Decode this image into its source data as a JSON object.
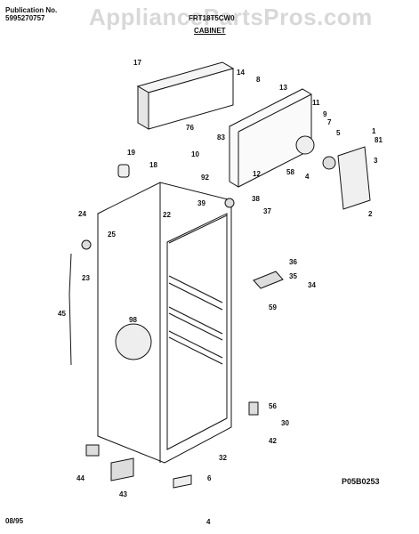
{
  "header": {
    "publication_label": "Publication No.",
    "publication_number": "5995270757",
    "model": "FRT18T5CW0",
    "section": "CABINET",
    "watermark": "AppliancePartsPros.com"
  },
  "footer": {
    "date": "08/95",
    "page": "4",
    "drawing_code": "P05B0253"
  },
  "callouts": [
    "17",
    "14",
    "8",
    "13",
    "11",
    "9",
    "7",
    "5",
    "1",
    "81",
    "76",
    "83",
    "10",
    "12",
    "58",
    "4",
    "3",
    "2",
    "19",
    "18",
    "92",
    "38",
    "39",
    "37",
    "22",
    "24",
    "25",
    "36",
    "35",
    "34",
    "59",
    "23",
    "45",
    "98",
    "56",
    "30",
    "42",
    "32",
    "6",
    "44",
    "43"
  ]
}
